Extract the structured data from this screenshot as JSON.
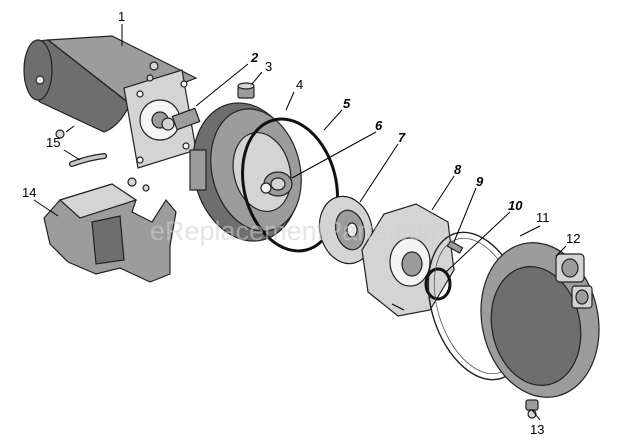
{
  "callouts": {
    "c1": "1",
    "c2": "2",
    "c3": "3",
    "c4": "4",
    "c5": "5",
    "c6": "6",
    "c7": "7",
    "c8": "8",
    "c9": "9",
    "c10": "10",
    "c11": "11",
    "c12": "12",
    "c13": "13",
    "c14": "14",
    "c15": "15"
  },
  "watermark": "eReplacementParts.com"
}
